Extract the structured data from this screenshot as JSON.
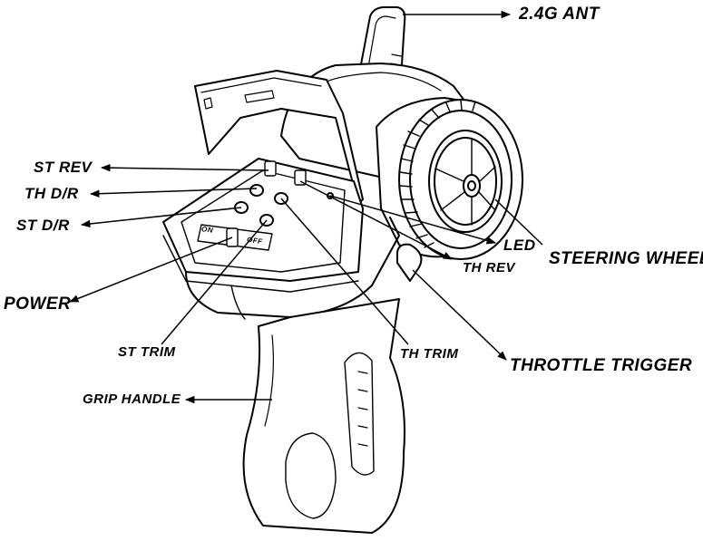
{
  "diagram": {
    "labels": {
      "ant": "2.4G  ANT",
      "st_rev": "ST REV",
      "th_dr": "TH D/R",
      "st_dr": "ST D/R",
      "led": "LED",
      "steering_wheel": "STEERING  WHEEL",
      "th_rev": "TH REV",
      "power": "POWER",
      "st_trim": "ST TRIM",
      "th_trim": "TH TRIM",
      "throttle_trigger": "THROTTLE  TRIGGER",
      "grip_handle": "GRIP HANDLE",
      "switch_on": "ON",
      "switch_off": "OFF"
    },
    "colors": {
      "line": "#000000",
      "background": "#ffffff"
    }
  }
}
